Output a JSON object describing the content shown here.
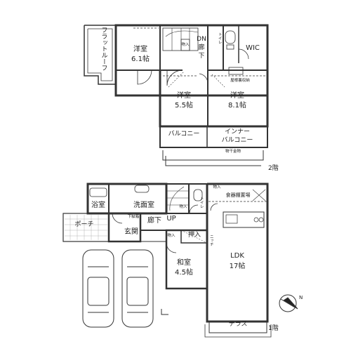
{
  "floor2": {
    "label": "2階",
    "rooms": {
      "flat_roof": "フラットルーフ",
      "western1_name": "洋室",
      "western1_size": "6.1帖",
      "hall_dn": "DN",
      "hall_name": "廊",
      "hall_name2": "下",
      "storage": "物入",
      "toilet": "トイレ",
      "wic": "WIC",
      "western2_name": "洋室",
      "western2_size": "5.5帖",
      "western3_name": "洋室",
      "western3_size": "8.1帖",
      "attic_storage": "屋根裏収納",
      "balcony": "バルコニー",
      "inner_balcony_1": "インナー",
      "inner_balcony_2": "バルコニー",
      "drying": "物干金物"
    }
  },
  "floor1": {
    "label": "1階",
    "rooms": {
      "bath": "浴室",
      "washroom": "洗面室",
      "porch": "ポーチ",
      "entrance": "玄関",
      "shoe_storage": "下駄箱",
      "hall": "廊下",
      "up": "UP",
      "storage_a": "物入",
      "storage_b": "物入",
      "toilet": "トイレ",
      "pantry": "食器棚置場",
      "storage_c": "物入",
      "closet": "押入",
      "niche": "ニッチ",
      "japanese_name": "和室",
      "japanese_size": "4.5帖",
      "ldk_name": "LDK",
      "ldk_size": "17帖",
      "terrace": "テラス"
    }
  },
  "compass": {
    "label": "N"
  }
}
